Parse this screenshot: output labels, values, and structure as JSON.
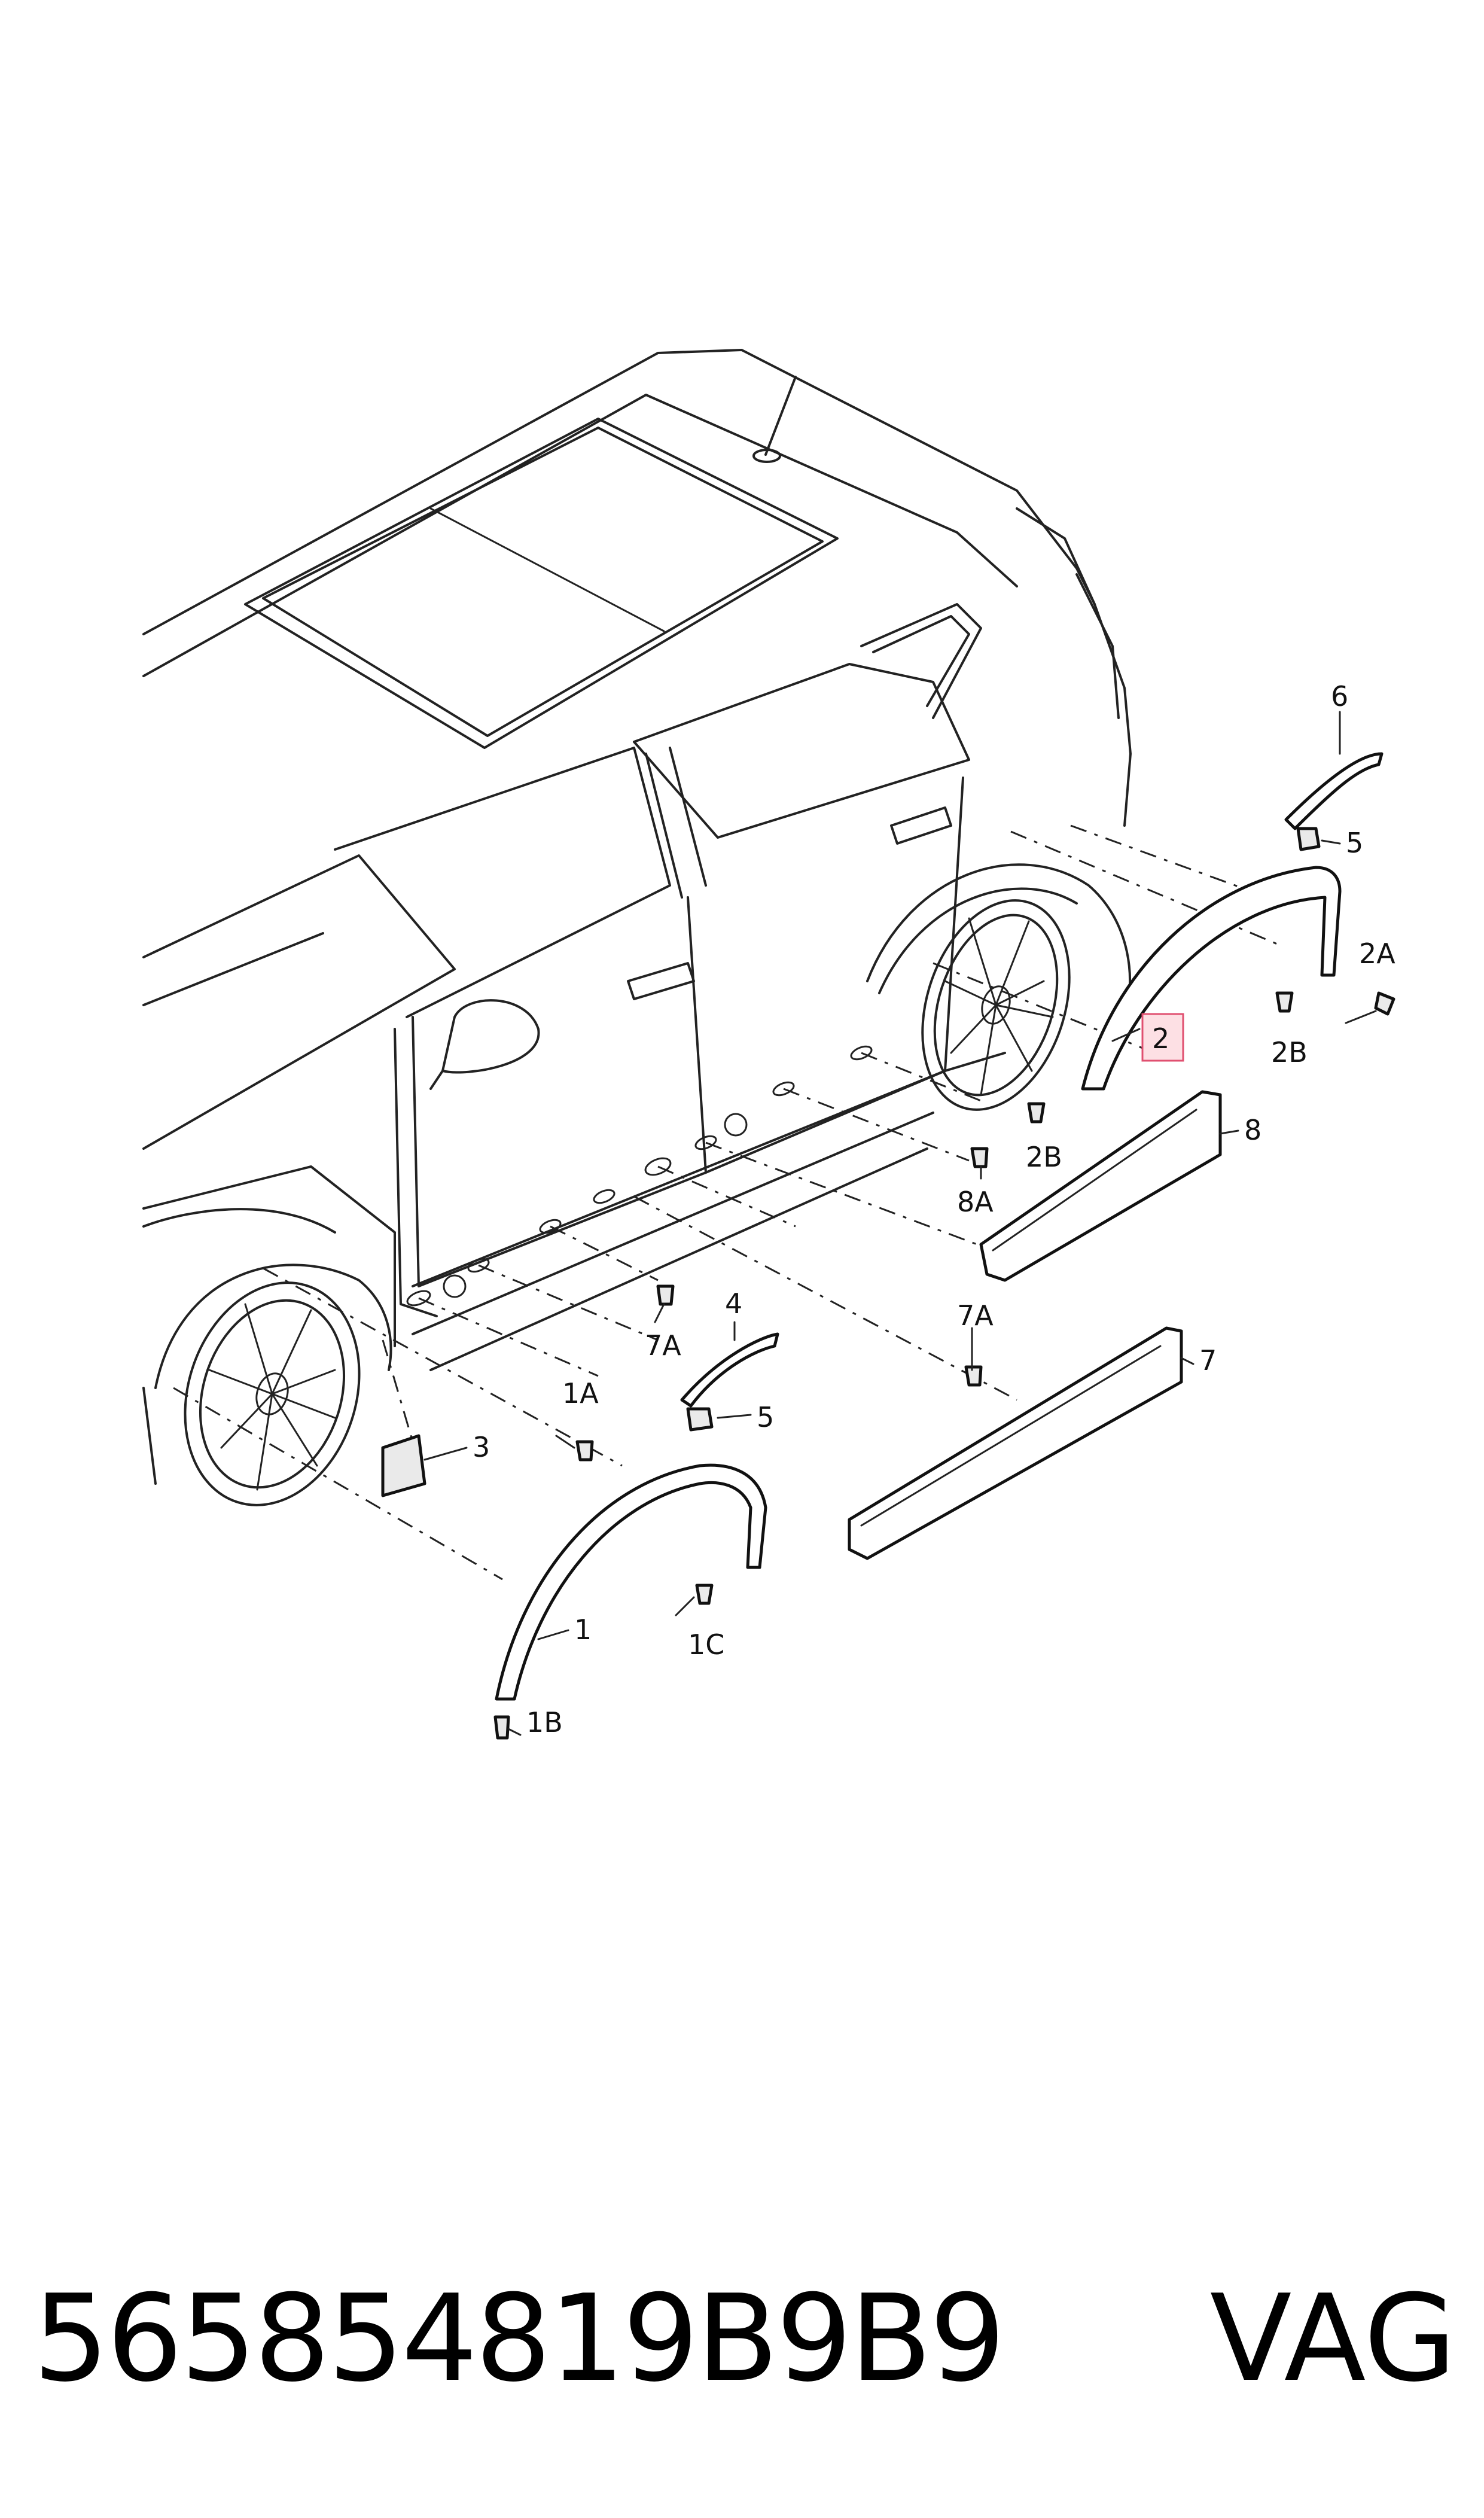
{
  "callouts": {
    "c1": "1",
    "c1A": "1A",
    "c1B": "1B",
    "c1C": "1C",
    "c2": "2",
    "c2A": "2A",
    "c2B_upper": "2B",
    "c2B_lower": "2B",
    "c3": "3",
    "c4": "4",
    "c5_upper": "5",
    "c5_lower": "5",
    "c6": "6",
    "c7": "7",
    "c7A_left": "7A",
    "c7A_right": "7A",
    "c8": "8",
    "c8A": "8A"
  },
  "highlighted_callout": "2",
  "footer": {
    "part_number": "565854819B9B9",
    "brand": "VAG"
  },
  "colors": {
    "line": "#222222",
    "highlight_fill": "#fde0e4",
    "highlight_stroke": "#e05070"
  }
}
